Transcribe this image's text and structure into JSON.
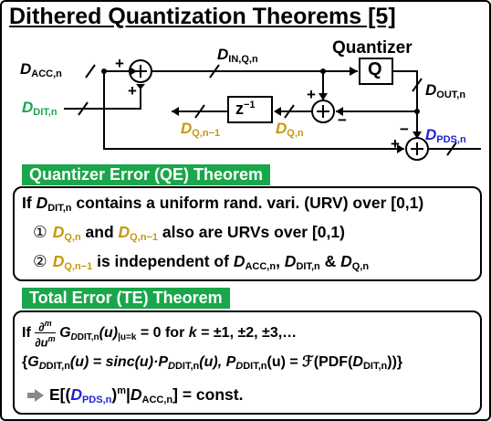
{
  "title": "Dithered Quantization Theorems [5]",
  "diagram": {
    "d_acc": {
      "main": "D",
      "sub": "ACC,n"
    },
    "d_dit": {
      "main": "D",
      "sub": "DIT,n"
    },
    "d_in_q": {
      "main": "D",
      "sub": "IN,Q,n"
    },
    "quantizer_label": "Quantizer",
    "q_block": "Q",
    "delay_block": "z",
    "delay_exp": "−1",
    "d_out": {
      "main": "D",
      "sub": "OUT,n"
    },
    "d_q": {
      "main": "D",
      "sub": "Q,n"
    },
    "d_q_prev": {
      "main": "D",
      "sub": "Q,n−1"
    },
    "d_pds": {
      "main": "D",
      "sub": "PDS,n"
    },
    "plus": "+",
    "minus": "−"
  },
  "qe": {
    "header": "Quantizer Error (QE) Theorem",
    "line1_a": "If ",
    "line1_b": " contains a uniform rand. vari. (URV) over [0,1)",
    "item1_num": "①",
    "item1_a": " and ",
    "item1_b": " also are URVs over [0,1)",
    "item2_num": "②",
    "item2_a": " is independent of ",
    "item2_b": ", ",
    "item2_c": " & "
  },
  "te": {
    "header": "Total Error (TE) Theorem",
    "line1": "If ∂ᵐ/∂uᵐ G_DDIT,n(u)|u=k = 0 for k = ±1, ±2, ±3,…",
    "line1_tail": " = 0 for ",
    "line1_k": "k",
    "line1_vals": " = ±1, ±2, ±3,…",
    "line2_a": "{",
    "line2_g": "G",
    "line2_eq": "(u) = sinc(u)·P",
    "line2_mid": "(u), P",
    "line2_end": "(u) = ℱ(PDF(",
    "line2_close": "))}",
    "line3_a": "E[(",
    "line3_b": ")",
    "line3_m": "m",
    "line3_c": "|",
    "line3_d": "] = const."
  }
}
